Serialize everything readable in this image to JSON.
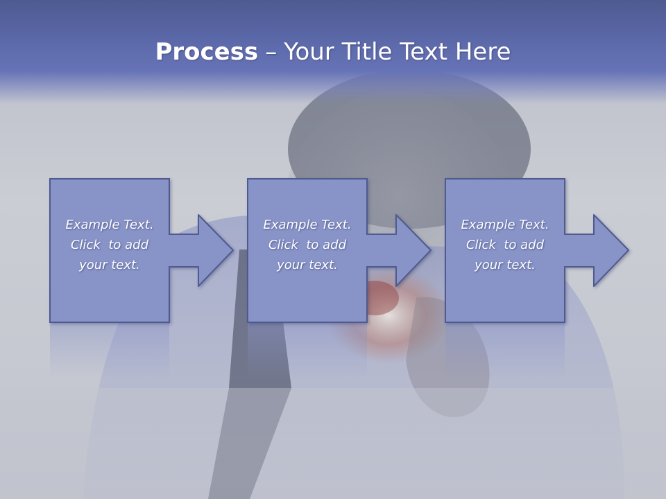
{
  "slide": {
    "title_bold": "Process",
    "title_separator": "–",
    "title_rest": "Your Title Text Here"
  },
  "steps": [
    {
      "line1": "Example Text.",
      "line2": "Click  to add",
      "line3": "your text."
    },
    {
      "line1": "Example Text.",
      "line2": "Click  to add",
      "line3": "your text."
    },
    {
      "line1": "Example Text.",
      "line2": "Click  to add",
      "line3": "your text."
    }
  ],
  "colors": {
    "title_band": "#5a67a7",
    "shape_fill": "#8893c8",
    "shape_stroke": "#4f5a8e",
    "text": "#ffffff"
  }
}
